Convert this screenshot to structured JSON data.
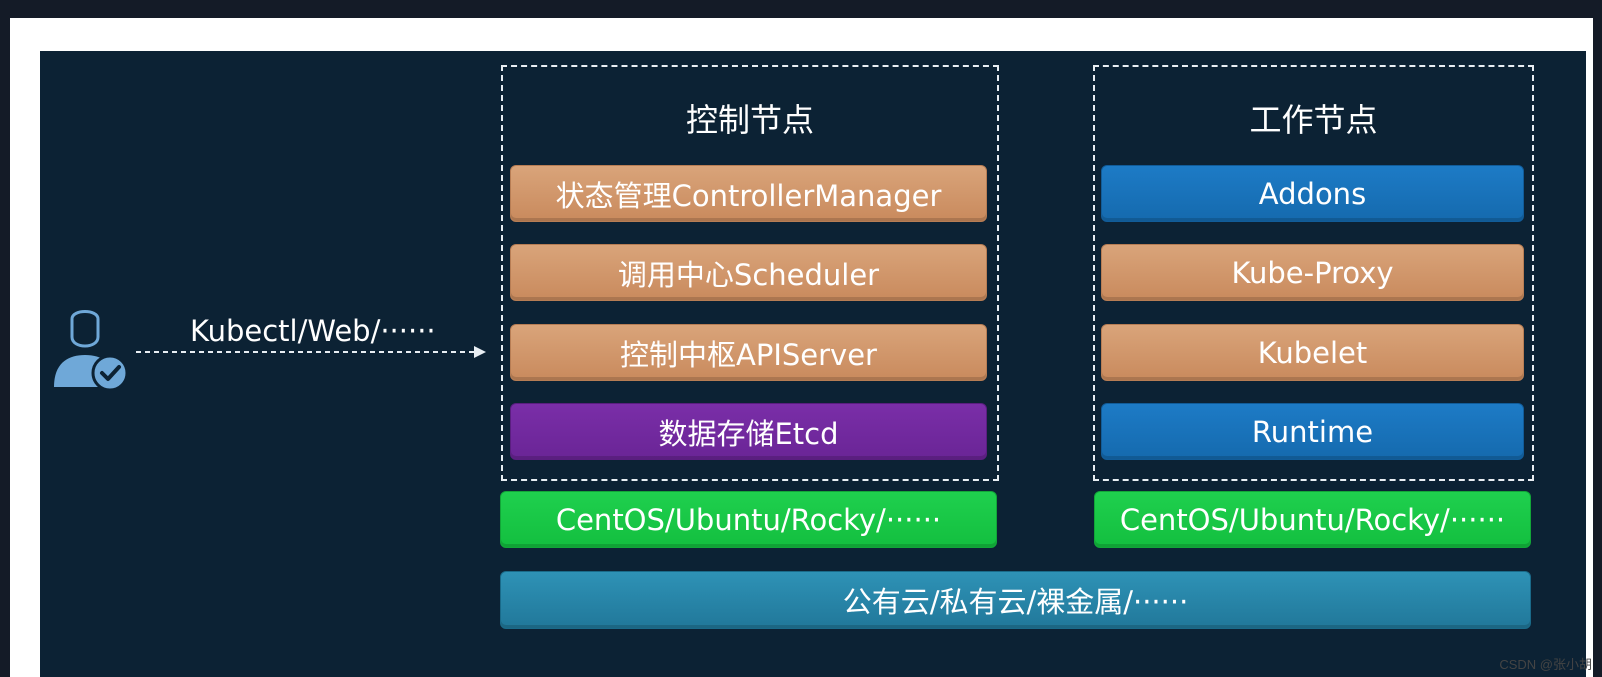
{
  "user": {
    "icon": "user-check-icon",
    "connection_label": "Kubectl/Web/······"
  },
  "control_node": {
    "title": "控制节点",
    "components": [
      {
        "label": "状态管理ControllerManager",
        "color": "#d0946a"
      },
      {
        "label": "调用中心Scheduler",
        "color": "#d0946a"
      },
      {
        "label": "控制中枢APIServer",
        "color": "#d0946a"
      },
      {
        "label": "数据存储Etcd",
        "color": "#6f279c"
      }
    ],
    "os": "CentOS/Ubuntu/Rocky/······"
  },
  "worker_node": {
    "title": "工作节点",
    "components": [
      {
        "label": "Addons",
        "color": "#1872ba"
      },
      {
        "label": "Kube-Proxy",
        "color": "#d0946a"
      },
      {
        "label": "Kubelet",
        "color": "#d0946a"
      },
      {
        "label": "Runtime",
        "color": "#1872ba"
      }
    ],
    "os": "CentOS/Ubuntu/Rocky/······"
  },
  "infrastructure": "公有云/私有云/裸金属/······",
  "watermark": "CSDN @张小胡"
}
